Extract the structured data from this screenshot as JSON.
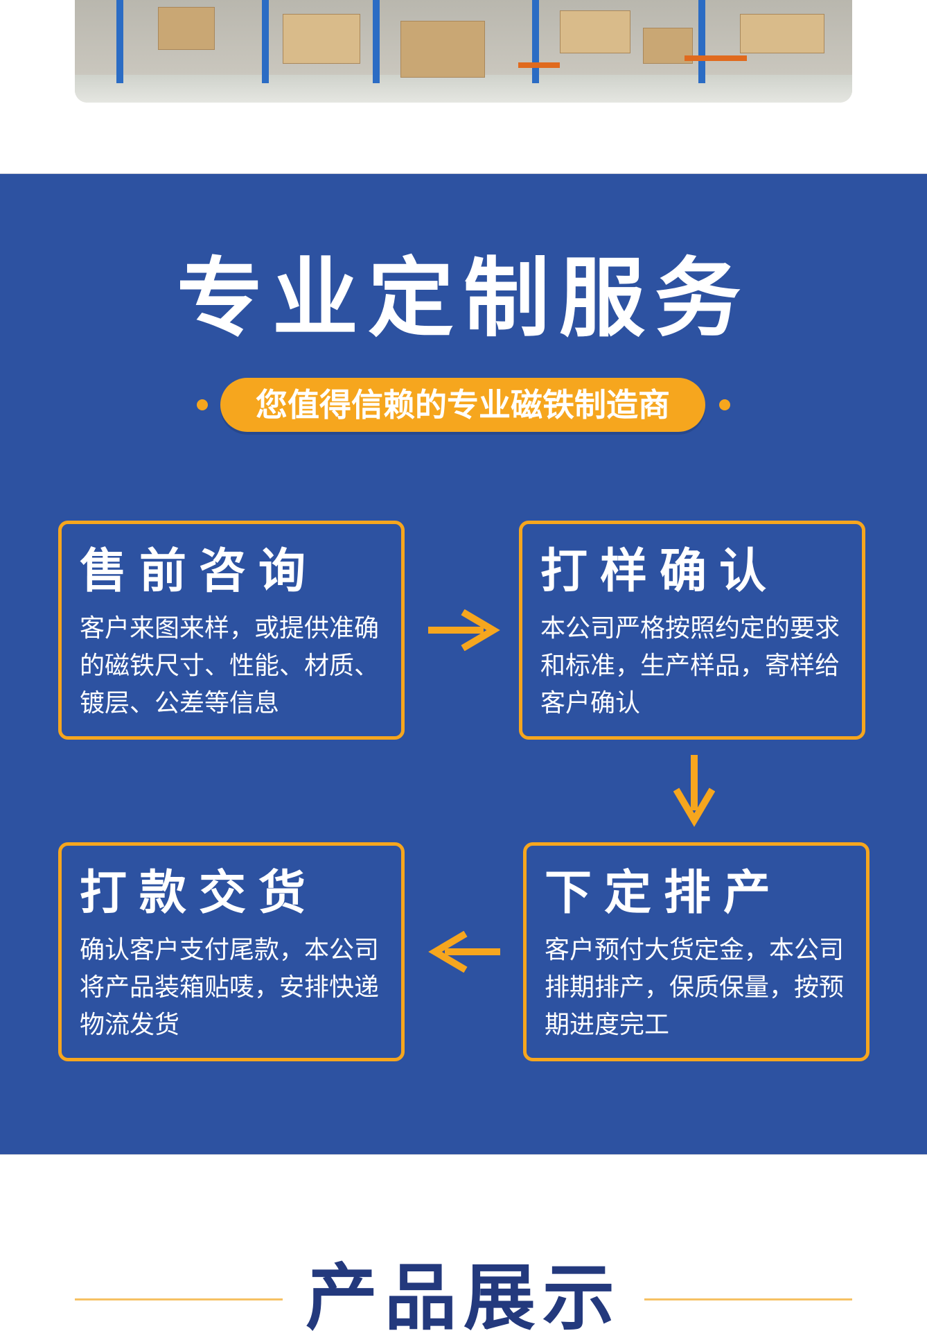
{
  "banner": {
    "image": "warehouse-photo"
  },
  "service": {
    "title": "专业定制服务",
    "subtitle": "您值得信赖的专业磁铁制造商",
    "steps": [
      {
        "title": "售前咨询",
        "desc": "客户来图来样，或提供准确的磁铁尺寸、性能、材质、镀层、公差等信息"
      },
      {
        "title": "打样确认",
        "desc": "本公司严格按照约定的要求和标准，生产样品，寄样给客户确认"
      },
      {
        "title": "下定排产",
        "desc": "客户预付大货定金，本公司排期排产，保质保量，按预期进度完工"
      },
      {
        "title": "打款交货",
        "desc": "确认客户支付尾款，本公司将产品装箱贴唛，安排快递物流发货"
      }
    ]
  },
  "products": {
    "title": "产品展示"
  },
  "colors": {
    "blue": "#2d52a1",
    "orange": "#f6a61e",
    "navy": "#23397d"
  }
}
